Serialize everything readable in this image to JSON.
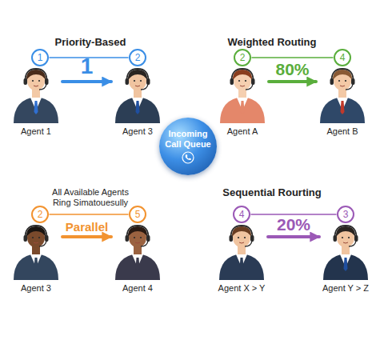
{
  "diagram": {
    "nodes": [
      {
        "text": [
          "1"
        ]
      },
      {
        "text": [
          "2"
        ]
      },
      {
        "text": [
          "2"
        ]
      },
      {
        "text": [
          "4"
        ]
      },
      {
        "text": [
          "Agent 1"
        ]
      },
      {
        "text": [
          "Agent 3"
        ]
      },
      {
        "text": [
          "Agent A"
        ]
      },
      {
        "text": [
          "Agent B"
        ]
      },
      {
        "text": [
          "Incoming Call Queue"
        ]
      },
      {
        "text": [
          "2"
        ]
      },
      {
        "text": [
          "5"
        ]
      },
      {
        "text": [
          "4"
        ]
      },
      {
        "text": [
          "3"
        ]
      },
      {
        "text": [
          "Agent 3"
        ]
      },
      {
        "text": [
          "Agent 4"
        ]
      },
      {
        "text": [
          "Agent X > Y"
        ]
      },
      {
        "text": [
          "Agent Y > Z"
        ]
      }
    ],
    "edges": [
      {
        "from": 0,
        "to": 1,
        "arrow": "none"
      },
      {
        "from": 2,
        "to": 3,
        "arrow": "none"
      },
      {
        "from": 4,
        "to": 5,
        "arrow": "to",
        "label": "1"
      },
      {
        "from": 6,
        "to": 7,
        "arrow": "to",
        "label": "80%"
      },
      {
        "from": 9,
        "to": 10,
        "arrow": "none"
      },
      {
        "from": 11,
        "to": 12,
        "arrow": "none"
      },
      {
        "from": 13,
        "to": 14,
        "arrow": "to",
        "label": "Parallel"
      },
      {
        "from": 15,
        "to": 16,
        "arrow": "to",
        "label": "20%"
      }
    ],
    "labels": [
      "Priority-Based",
      "Weighted Routing",
      "All Available Agents Ring Simatouesully",
      "Sequential Rourting"
    ]
  }
}
